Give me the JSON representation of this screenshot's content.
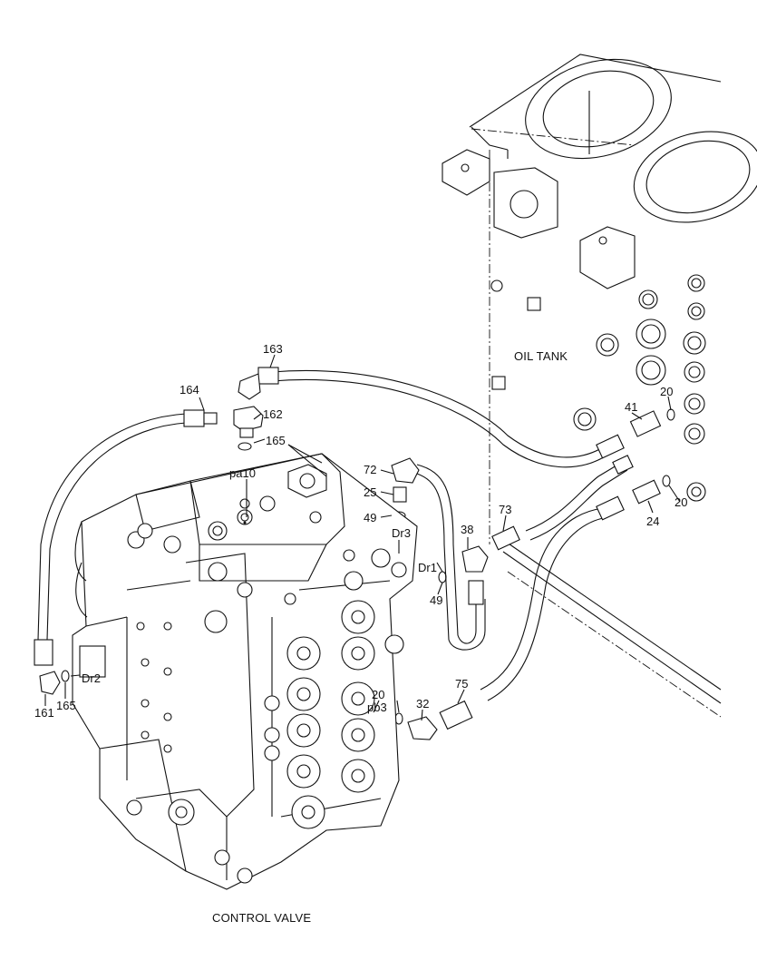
{
  "captions": {
    "oil_tank": "OIL TANK",
    "control_valve": "CONTROL VALVE"
  },
  "part_labels": {
    "p163": "163",
    "p164": "164",
    "p162": "162",
    "p165a": "165",
    "pa10": "pa10",
    "p72": "72",
    "p25": "25",
    "p49a": "49",
    "dr3": "Dr3",
    "p38": "38",
    "dr1": "Dr1",
    "p49b": "49",
    "p73": "73",
    "p41": "41",
    "p20a": "20",
    "p24": "24",
    "p20b": "20",
    "dr2": "Dr2",
    "p161": "161",
    "p165b": "165",
    "p20c": "20",
    "pb3": "pb3",
    "p32": "32",
    "p75": "75"
  }
}
